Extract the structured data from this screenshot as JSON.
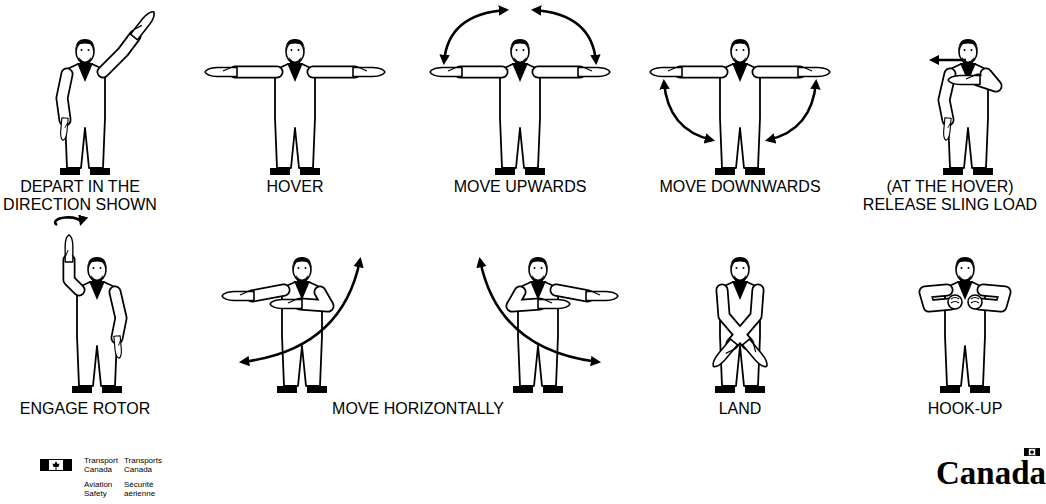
{
  "diagram": {
    "labels": [
      "DEPART IN THE DIRECTION SHOWN",
      "HOVER",
      "MOVE UPWARDS",
      "MOVE DOWNWARDS",
      "(AT THE HOVER) RELEASE SLING LOAD",
      "ENGAGE ROTOR",
      "MOVE HORIZONTALLY",
      "LAND",
      "HOOK-UP",
      "Transport Canada",
      "Transports Canada",
      "Aviation Safety",
      "Sécurité aérienne",
      "Canada"
    ]
  }
}
